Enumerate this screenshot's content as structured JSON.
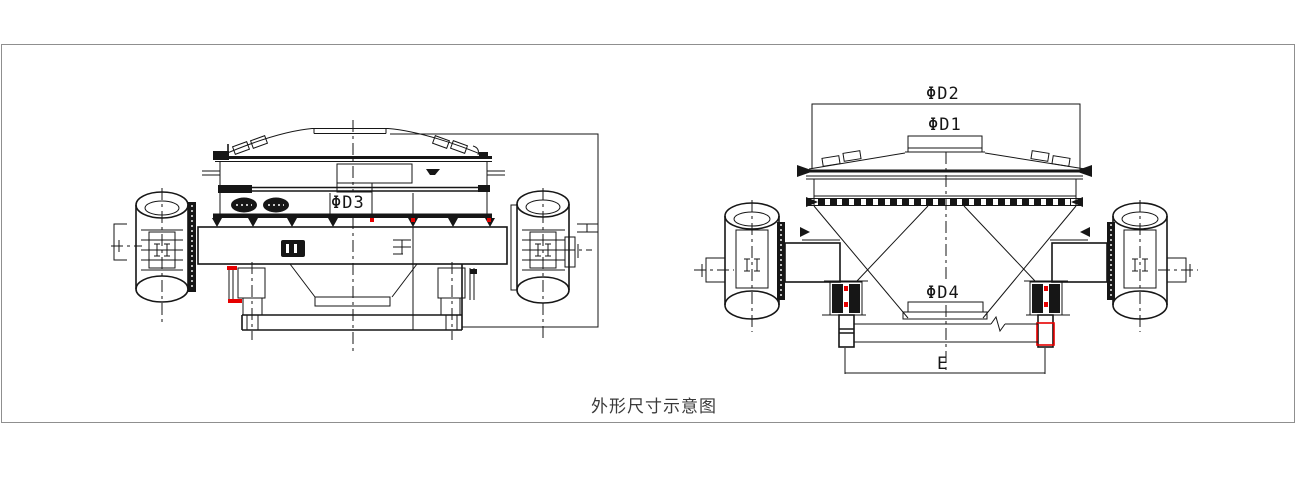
{
  "colors": {
    "line": "#161616",
    "accent": "#e60000",
    "border": "#8f8f8f",
    "background": "#ffffff",
    "caption_text": "#3a3a3a"
  },
  "caption": "外形尺寸示意图",
  "drawing": {
    "left_view": {
      "labels": {
        "d3": "ΦD3"
      }
    },
    "right_view": {
      "labels": {
        "d2": "ΦD2",
        "d1": "ΦD1",
        "d4": "ΦD4",
        "e": "E"
      }
    }
  }
}
